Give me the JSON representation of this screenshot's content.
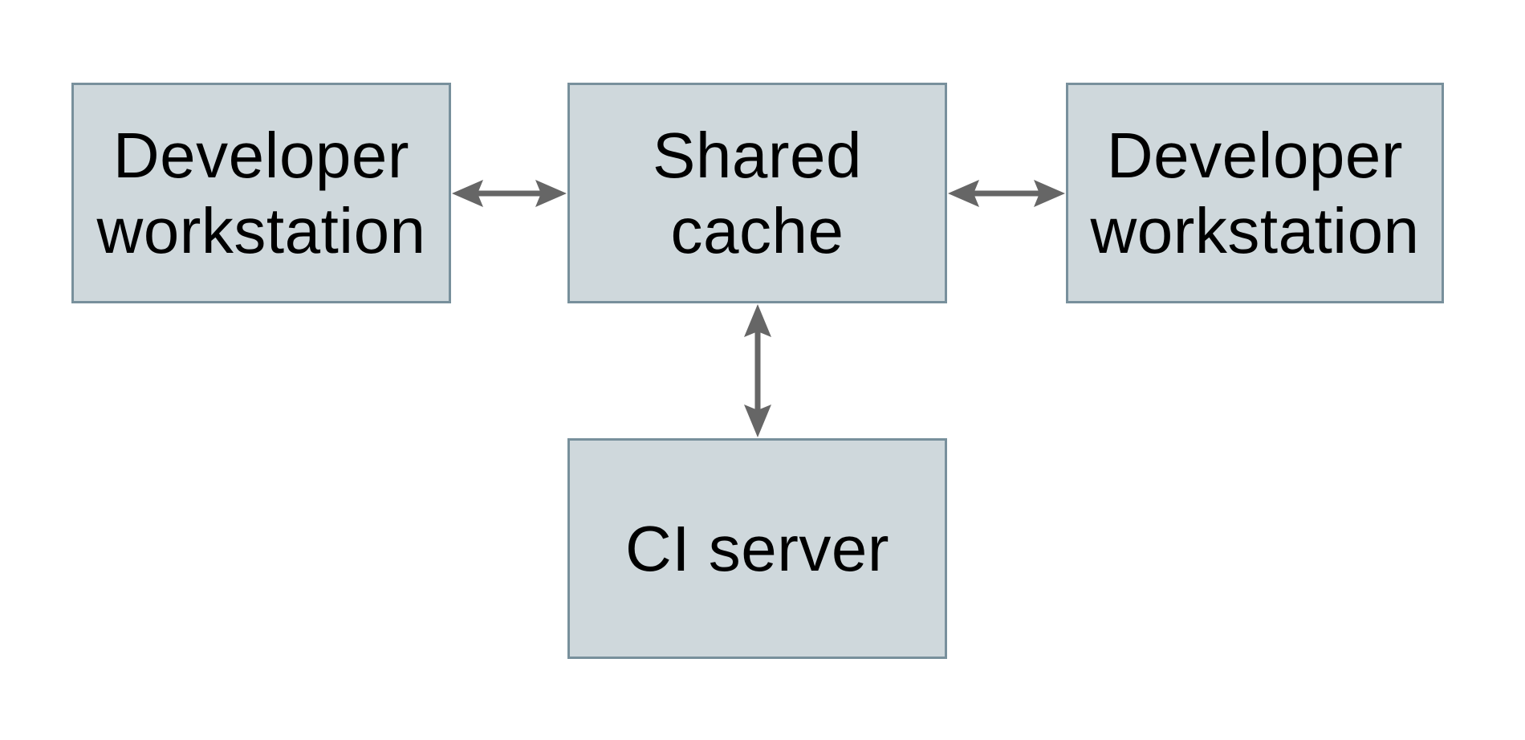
{
  "diagram": {
    "title": "",
    "background": "#ffffff",
    "colors": {
      "node_fill": "#cfd8dc",
      "node_border": "#78909c",
      "arrow": "#666666",
      "text": "#000000"
    },
    "nodes": [
      {
        "id": "developer-workstation-left",
        "label": "Developer\nworkstation"
      },
      {
        "id": "shared-cache",
        "label": "Shared\ncache"
      },
      {
        "id": "developer-workstation-right",
        "label": "Developer\nworkstation"
      },
      {
        "id": "ci-server",
        "label": "CI server"
      }
    ],
    "edges": [
      {
        "from": "developer-workstation-left",
        "to": "shared-cache",
        "type": "bidirectional",
        "orientation": "horizontal"
      },
      {
        "from": "shared-cache",
        "to": "developer-workstation-right",
        "type": "bidirectional",
        "orientation": "horizontal"
      },
      {
        "from": "shared-cache",
        "to": "ci-server",
        "type": "bidirectional",
        "orientation": "vertical"
      }
    ]
  }
}
